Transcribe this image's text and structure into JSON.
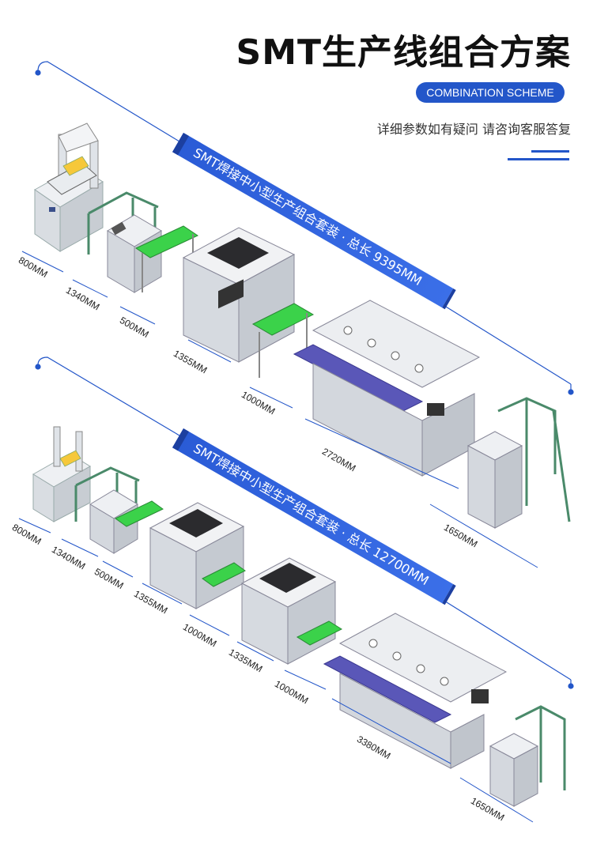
{
  "header": {
    "title": "SMT生产线组合方案",
    "pill": "COMBINATION SCHEME",
    "subtitle": "详细参数如有疑问 请咨询客服答复"
  },
  "line1": {
    "banner": "SMT焊接中小型生产组合套装 · 总长 9395MM",
    "dims": [
      "800MM",
      "1340MM",
      "500MM",
      "1355MM",
      "1000MM",
      "2720MM",
      "1650MM"
    ]
  },
  "line2": {
    "banner": "SMT焊接中小型生产组合套装 · 总长 12700MM",
    "dims": [
      "800MM",
      "1340MM",
      "500MM",
      "1355MM",
      "1000MM",
      "1335MM",
      "1000MM",
      "3380MM",
      "1650MM"
    ]
  },
  "colors": {
    "accent": "#2356c9",
    "banner": "#2a5bd6",
    "conveyor_green": "#3bd24a",
    "reflow_purple": "#5a57b8",
    "machine_grey": "#e4e6ea",
    "frame_green": "#4a8a6a"
  }
}
